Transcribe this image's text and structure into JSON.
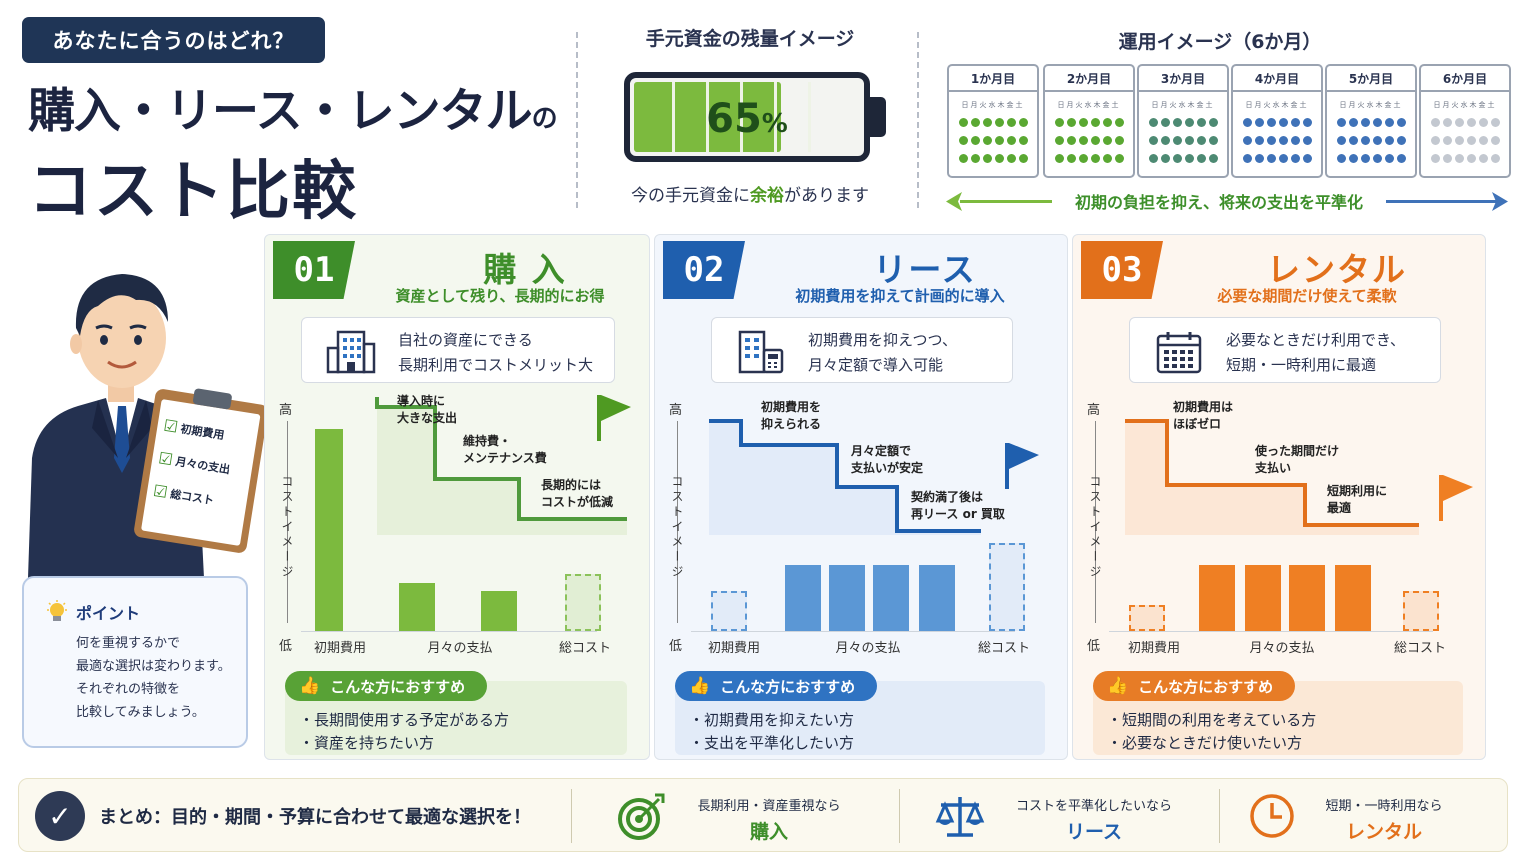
{
  "header": {
    "question": "あなたに合うのはどれ？",
    "title_main": "購入・リース・レンタル",
    "title_particle": "の",
    "title_sub": "コスト比較"
  },
  "battery": {
    "title": "手元資金の残量イメージ",
    "percent_value": 65,
    "percent_text": "65",
    "percent_unit": "%",
    "note_before": "今の手元資金に",
    "note_highlight": "余裕",
    "note_after": "があります",
    "fill_color": "#7cba3e"
  },
  "schedule": {
    "title": "運用イメージ（6か月）",
    "weekdays": "日月火水木金土",
    "months": [
      {
        "label": "1か月目",
        "color": "#5aa832"
      },
      {
        "label": "2か月目",
        "color": "#5aa832"
      },
      {
        "label": "3か月目",
        "color": "#4d8a73"
      },
      {
        "label": "4か月目",
        "color": "#3f72b8"
      },
      {
        "label": "5か月目",
        "color": "#3f72b8"
      },
      {
        "label": "6か月目",
        "color": "#c3c8d0"
      }
    ],
    "arrow_text": "初期の負担を抑え、将来の支出を平準化"
  },
  "point": {
    "title": "ポイント",
    "lines": [
      "何を重視するかで",
      "最適な選択は変わります。",
      "それぞれの特徴を",
      "比較してみましょう。"
    ]
  },
  "clipboard": {
    "items": [
      "初期費用",
      "月々の支出",
      "総コスト"
    ]
  },
  "chart_common": {
    "y_high": "高",
    "y_low": "低",
    "y_label": "コストイメージ",
    "x_initial": "初期費用",
    "x_monthly": "月々の支払",
    "x_total": "総コスト"
  },
  "panels": [
    {
      "num": "01",
      "title": "購 入",
      "subtitle": "資産として残り、長期的にお得",
      "feature_lines": [
        "自社の資産にできる",
        "長期利用でコストメリット大"
      ],
      "feature_icon": "building-icon",
      "accent": "#3e8e2a",
      "annotations": [
        "導入時に",
        "大きな支出",
        "維持費・",
        "メンテナンス費",
        "長期的には",
        "コストが低減"
      ],
      "rec_title": "こんな方におすすめ",
      "rec_items": [
        "・長期間使用する予定がある方",
        "・資産を持ちたい方"
      ],
      "chart_data": {
        "type": "bar",
        "categories": [
          "初期費用",
          "月々の支払",
          "月々の支払",
          "総コスト"
        ],
        "values": [
          92,
          22,
          18,
          26
        ],
        "dashed": [
          false,
          false,
          false,
          true
        ],
        "ylim": [
          0,
          100
        ]
      }
    },
    {
      "num": "02",
      "title": "リース",
      "subtitle": "初期費用を抑えて計画的に導入",
      "feature_lines": [
        "初期費用を抑えつつ、",
        "月々定額で導入可能"
      ],
      "feature_icon": "office-calculator-icon",
      "accent": "#1f5fae",
      "annotations": [
        "初期費用を",
        "抑えられる",
        "月々定額で",
        "支払いが安定",
        "契約満了後は",
        "再リース or 買取"
      ],
      "rec_title": "こんな方におすすめ",
      "rec_items": [
        "・初期費用を抑えたい方",
        "・支出を平準化したい方"
      ],
      "chart_data": {
        "type": "bar",
        "categories": [
          "初期費用",
          "月々の支払",
          "月々の支払",
          "月々の支払",
          "月々の支払",
          "総コスト"
        ],
        "values": [
          18,
          30,
          30,
          30,
          30,
          40
        ],
        "dashed": [
          true,
          false,
          false,
          false,
          false,
          true
        ],
        "ylim": [
          0,
          100
        ]
      }
    },
    {
      "num": "03",
      "title": "レンタル",
      "subtitle": "必要な期間だけ使えて柔軟",
      "feature_lines": [
        "必要なときだけ利用でき、",
        "短期・一時利用に最適"
      ],
      "feature_icon": "calendar-icon",
      "accent": "#e2701b",
      "annotations": [
        "初期費用は",
        "ほぼゼロ",
        "使った期間だけ",
        "支払い",
        "短期利用に",
        "最適"
      ],
      "rec_title": "こんな方におすすめ",
      "rec_items": [
        "・短期間の利用を考えている方",
        "・必要なときだけ使いたい方"
      ],
      "chart_data": {
        "type": "bar",
        "categories": [
          "初期費用",
          "月々の支払",
          "月々の支払",
          "月々の支払",
          "月々の支払",
          "総コスト"
        ],
        "values": [
          12,
          30,
          30,
          30,
          30,
          18
        ],
        "dashed": [
          true,
          false,
          false,
          false,
          false,
          true
        ],
        "ylim": [
          0,
          100
        ]
      }
    }
  ],
  "footer": {
    "summary": "まとめ：目的・期間・予算に合わせて最適な選択を！",
    "items": [
      {
        "label": "長期利用・資産重視なら",
        "value": "購入",
        "color": "#3e8e2a",
        "icon": "target-icon"
      },
      {
        "label": "コストを平準化したいなら",
        "value": "リース",
        "color": "#1f5fae",
        "icon": "scale-icon"
      },
      {
        "label": "短期・一時利用なら",
        "value": "レンタル",
        "color": "#e2701b",
        "icon": "clock-icon"
      }
    ]
  }
}
